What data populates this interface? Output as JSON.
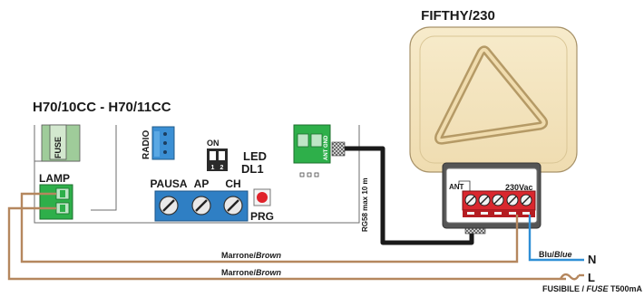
{
  "titles": {
    "device": "FIFTHY/230",
    "board": "H70/10CC - H70/11CC"
  },
  "board": {
    "fuse_label": "FUSE",
    "radio_label": "RADIO",
    "on_label": "ON",
    "dip_1": "1",
    "dip_2": "2",
    "led_label": "LED",
    "led_id": "DL1",
    "lamp_label": "LAMP",
    "pausa_label": "PAUSA",
    "ap_label": "AP",
    "ch_label": "CH",
    "prg_label": "PRG",
    "ant_gnd_label": "ANT GND"
  },
  "lamp_device": {
    "ant_label": "ANT",
    "voltage_label": "230Vac"
  },
  "cable": {
    "label": "RG58 max 10 m"
  },
  "wires": {
    "brown_1_it": "Marrone/",
    "brown_1_en": "Brown",
    "brown_2_it": "Marrone/",
    "brown_2_en": "Brown",
    "blue_it": "Blu/",
    "blue_en": "Blue",
    "neutral": "N",
    "line": "L",
    "fuse_it": "FUSIBILE / ",
    "fuse_en": "FUSE",
    "fuse_value": " T500mA"
  },
  "colors": {
    "brown_wire": "#b5875e",
    "blue_wire": "#2f8fd6",
    "terminal_green": "#2eaf4a",
    "trimmer_blue": "#2f7fc4",
    "lamp_body": "#f3e4bd",
    "terminal_red": "#d9272e",
    "prg_button": "#e0222a"
  }
}
